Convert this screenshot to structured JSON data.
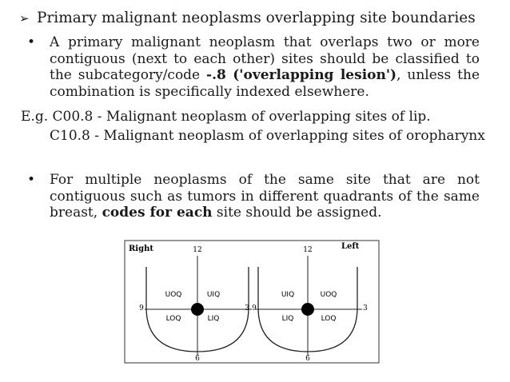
{
  "heading": {
    "marker": "➢",
    "text": "Primary malignant neoplasms overlapping site boundaries"
  },
  "bullet1": {
    "marker": "•",
    "text_a": "A primary malignant neoplasm that overlaps two or more contiguous (next to each other) sites should be classified to the subcategory/code ",
    "code_bold": "-.8 ('overlapping lesion')",
    "text_b": ", unless the combination is specifically indexed elsewhere."
  },
  "examples": {
    "line1": "E.g. C00.8 - Malignant neoplasm of overlapping sites of lip.",
    "line2": "C10.8 - Malignant neoplasm of overlapping sites of oropharynx"
  },
  "bullet2": {
    "marker": "•",
    "text_a": "For multiple neoplasms of the same site that are not contiguous such as tumors in different quadrants of the same breast, ",
    "bold": "codes for each",
    "text_b": " site should be assigned."
  },
  "diagram": {
    "label_right": "Right",
    "label_left": "Left",
    "left_breast": {
      "top": "12",
      "left": "9",
      "right": "3",
      "bottom": "6",
      "ul": "UOQ",
      "ur": "UIQ",
      "ll": "LOQ",
      "lr": "LIQ"
    },
    "right_breast": {
      "top": "12",
      "left": "9",
      "right": "3",
      "bottom": "6",
      "ul": "UIQ",
      "ur": "UOQ",
      "ll": "LIQ",
      "lr": "LOQ"
    }
  }
}
